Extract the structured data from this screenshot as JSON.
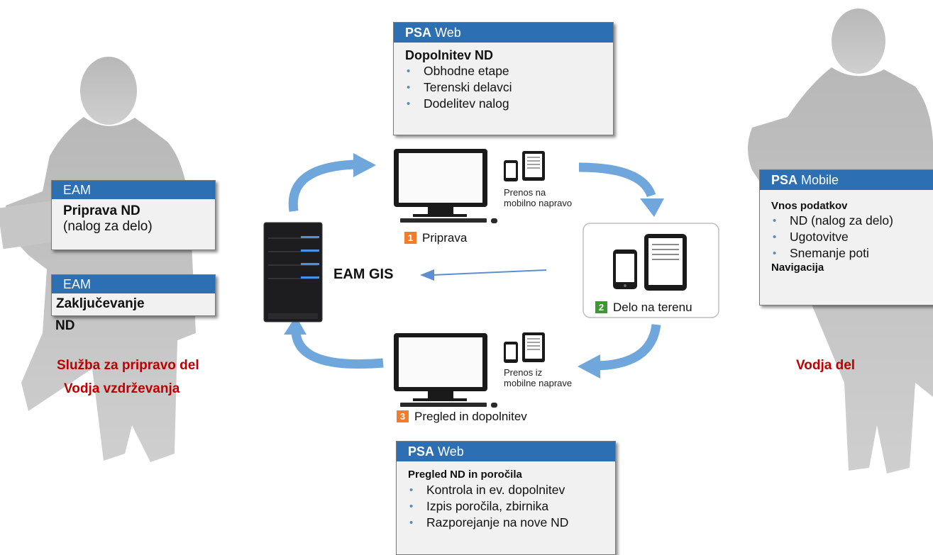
{
  "top_box": {
    "product": "PSA",
    "module": "Web",
    "title": "Dopolnitev ND",
    "items": [
      "Obhodne etape",
      "Terenski delavci",
      "Dodelitev nalog"
    ]
  },
  "bottom_box": {
    "product": "PSA",
    "module": "Web",
    "title": "Pregled ND in poročila",
    "items": [
      "Kontrola in ev. dopolnitev",
      "Izpis poročila, zbirnika",
      "Razporejanje na nove ND"
    ]
  },
  "right_box": {
    "product": "PSA",
    "module": "Mobile",
    "title": "Vnos podatkov",
    "items": [
      "ND (nalog za delo)",
      "Ugotovitve",
      "Snemanje poti"
    ],
    "footer": "Navigacija"
  },
  "eam_box_1": {
    "header": "EAM",
    "title": "Priprava ND",
    "subtitle": "(nalog za delo)"
  },
  "eam_box_2": {
    "header": "EAM",
    "title_line1": "Zaključevanje",
    "title_line2": "ND"
  },
  "left_person": {
    "line1": "Služba za pripravo del",
    "line2": "Vodja vzdrževanja"
  },
  "right_person": {
    "label": "Vodja del"
  },
  "center": {
    "label": "EAM GIS"
  },
  "steps": {
    "step1": {
      "num": "1",
      "label": "Priprava"
    },
    "step2": {
      "num": "2",
      "label": "Delo na terenu"
    },
    "step3": {
      "num": "3",
      "label": "Pregled in dopolnitev"
    }
  },
  "transfer_top": {
    "line1": "Prenos na",
    "line2": "mobilno napravo"
  },
  "transfer_bottom": {
    "line1": "Prenos iz",
    "line2": "mobilne naprave"
  },
  "colors": {
    "header_blue": "#2d6fb3",
    "arrow_blue": "#6fa6dc",
    "accent_red": "#c00000",
    "step1_orange": "#f07c2c",
    "step2_green": "#3a9a2e",
    "step3_orange": "#f07c2c"
  }
}
